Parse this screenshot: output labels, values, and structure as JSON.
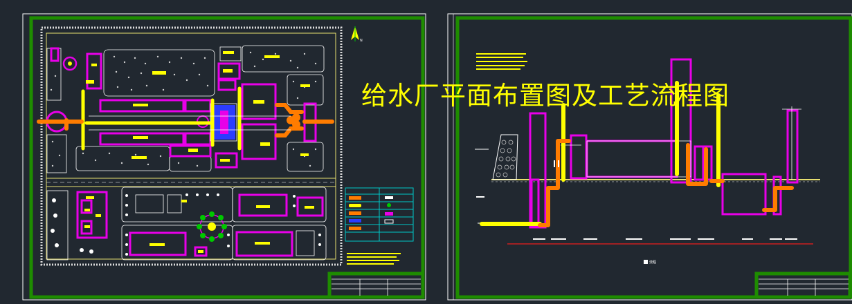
{
  "drawing": {
    "title": "给水厂平面布置图及工艺流程图",
    "north_marker": "N",
    "section_label": "流程"
  },
  "colors": {
    "background": "#212830",
    "frame": "#1e8c00",
    "building": "#e800e8",
    "pipe_yellow": "#ffff00",
    "pipe_orange": "#ff7c00",
    "road": "#e8e070",
    "line": "#ffffff",
    "red": "#cc1f1f",
    "cyan": "#00c8c8",
    "blue": "#2c3cff"
  },
  "icons": [
    "north-arrow-icon",
    "tree-icon",
    "roundabout-icon"
  ]
}
